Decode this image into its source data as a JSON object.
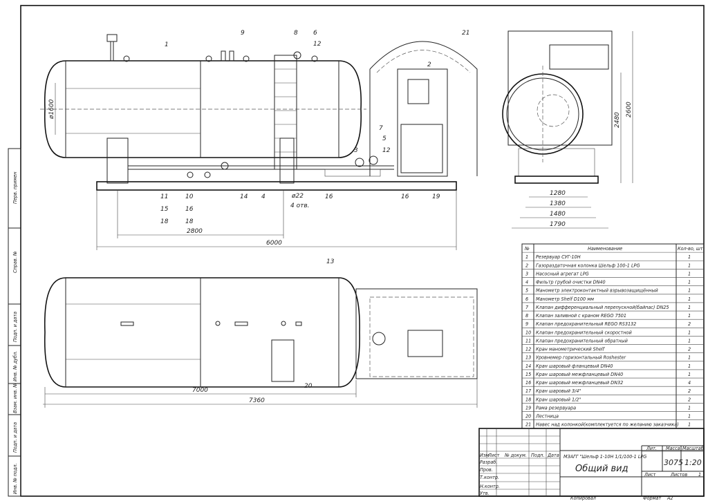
{
  "drawing": {
    "callouts": [
      "1",
      "2",
      "3",
      "4",
      "5",
      "6",
      "7",
      "8",
      "9",
      "10",
      "11",
      "12",
      "13",
      "14",
      "15",
      "16",
      "18",
      "19",
      "20",
      "21"
    ],
    "front_callouts": {
      "c1": "1",
      "c9": "9",
      "c8": "8",
      "c6": "6",
      "c12a": "12",
      "c21": "21",
      "c2": "2",
      "c7": "7",
      "c5": "5",
      "c3": "3",
      "c12b": "12",
      "c11": "11",
      "c10": "10",
      "c15": "15",
      "c16a": "16",
      "c18a": "18",
      "c18b": "18",
      "c14": "14",
      "c4": "4",
      "c16b": "16",
      "c16c": "16",
      "c19": "19"
    },
    "top_callouts": {
      "c13": "13",
      "c20": "20"
    },
    "dimensions": {
      "diameter": "ø1600",
      "hole": "ø22",
      "holes_count": "4 отв.",
      "d2800": "2800",
      "d6000": "6000",
      "d7000": "7000",
      "d7360": "7360",
      "d1280": "1280",
      "d1380": "1380",
      "d1480": "1480",
      "d1790": "1790",
      "d2480": "2480",
      "d2600": "2600"
    }
  },
  "side_stamp": [
    "Перв. примен",
    "Справ. №",
    "Подп. и дата",
    "Инв. № дубл.",
    "Взам. инв. №",
    "Подп. и дата",
    "Инв. № подл."
  ],
  "parts_table": {
    "headers": [
      "№",
      "Наименование",
      "Кол-во, шт"
    ],
    "rows": [
      [
        "1",
        "Резервуар СУГ-10Н",
        "1"
      ],
      [
        "2",
        "Газораздаточная колонка Шельф 100-1 LPG",
        "1"
      ],
      [
        "3",
        "Насосный агрегат LPG",
        "1"
      ],
      [
        "4",
        "Фильтр грубой очистки DN40",
        "1"
      ],
      [
        "5",
        "Манометр электроконтактный взрывозащищённый",
        "1"
      ],
      [
        "6",
        "Манометр Shelf D100 мм",
        "1"
      ],
      [
        "7",
        "Клапан дифференциальный перепускной(байпас) DN25",
        "1"
      ],
      [
        "8",
        "Клапан заливной с краном REGO 7501",
        "1"
      ],
      [
        "9",
        "Клапан предохранительный REGO RS3132",
        "2"
      ],
      [
        "10",
        "Клапан предохранительный скоростной",
        "1"
      ],
      [
        "11",
        "Клапан предохранительный обратный",
        "1"
      ],
      [
        "12",
        "Кран манометрический Shelf",
        "2"
      ],
      [
        "13",
        "Уровнемер горизонтальный Roshester",
        "1"
      ],
      [
        "14",
        "Кран шаровый фланцевый DN40",
        "1"
      ],
      [
        "15",
        "Кран шаровый межфланцевый DN40",
        "1"
      ],
      [
        "16",
        "Кран шаровый межфланцевый DN32",
        "4"
      ],
      [
        "17",
        "Кран шаровый 3/4\"",
        "2"
      ],
      [
        "18",
        "Кран шаровый 1/2\"",
        "2"
      ],
      [
        "19",
        "Рама резервуара",
        "1"
      ],
      [
        "20",
        "Лестница",
        "1"
      ],
      [
        "21",
        "Навес над колонкой(комплектуется по желанию заказчика)",
        "1"
      ]
    ]
  },
  "title_block": {
    "col_headers": [
      "Изм",
      "Лист",
      "№ докум.",
      "Подп.",
      "Дата"
    ],
    "roles": [
      "Разраб.",
      "Пров.",
      "Т.контр.",
      "Н.контр.",
      "Утв."
    ],
    "designation": "МЗАГГ \"Шельф 1-10Н 1/1/100-1 LPG",
    "name": "Общий вид",
    "lit_label": "Лит.",
    "mass_label": "Масса",
    "scale_label": "Масштаб",
    "mass": "3075",
    "scale": "1:20",
    "sheet_label": "Лист",
    "sheets_label": "Листов",
    "sheets": "1",
    "copied": "Копировал",
    "format_label": "Формат",
    "format": "A2"
  }
}
